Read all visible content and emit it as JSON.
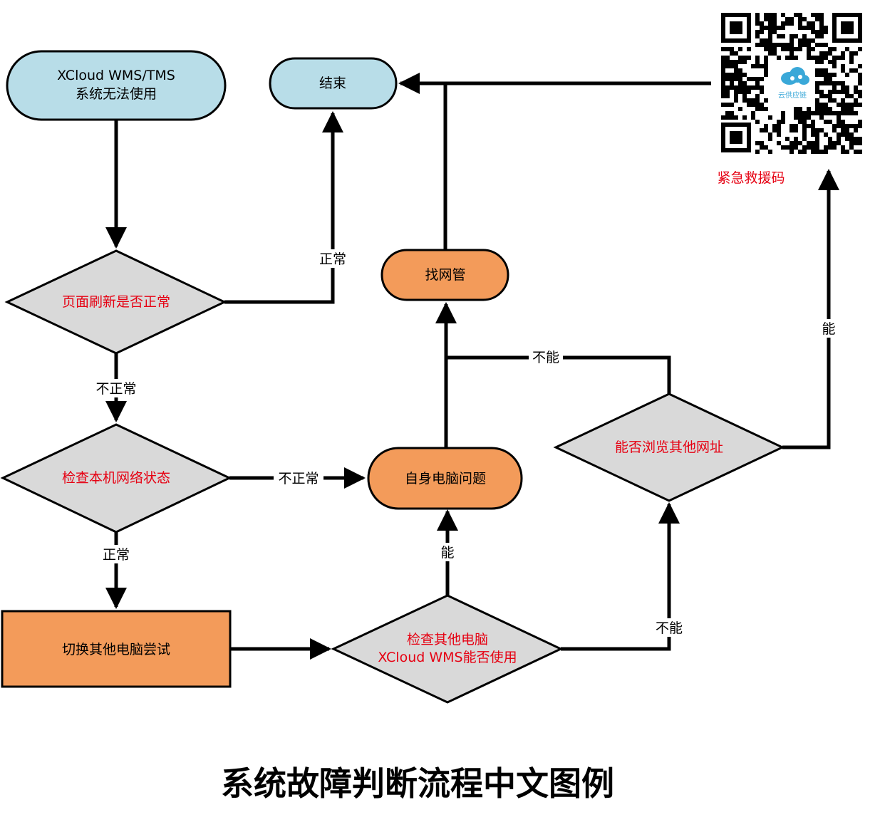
{
  "title": "系统故障判断流程中文图例",
  "colors": {
    "terminal_fill": "#b8dde8",
    "process_fill": "#f39b5a",
    "decision_fill": "#d9d9d9",
    "stroke": "#000000",
    "decision_text": "#e60012",
    "qr_caption": "#e60012"
  },
  "nodes": {
    "start_line1": "XCloud WMS/TMS",
    "start_line2": "系统无法使用",
    "end": "结束",
    "refresh_check": "页面刷新是否正常",
    "network_check": "检查本机网络状态",
    "switch_pc": "切换其他电脑尝试",
    "other_pc_line1": "检查其他电脑",
    "other_pc_line2": "XCloud WMS能否使用",
    "own_pc_issue": "自身电脑问题",
    "find_admin": "找网管",
    "browse_check": "能否浏览其他网址"
  },
  "edge_labels": {
    "refresh_ok": "正常",
    "refresh_not_ok": "不正常",
    "network_not_ok": "不正常",
    "network_ok": "正常",
    "other_pc_can": "能",
    "other_pc_cannot": "不能",
    "browse_cannot": "不能",
    "browse_can": "能"
  },
  "qr": {
    "logo_text": "云供应链",
    "caption": "紧急救援码"
  }
}
